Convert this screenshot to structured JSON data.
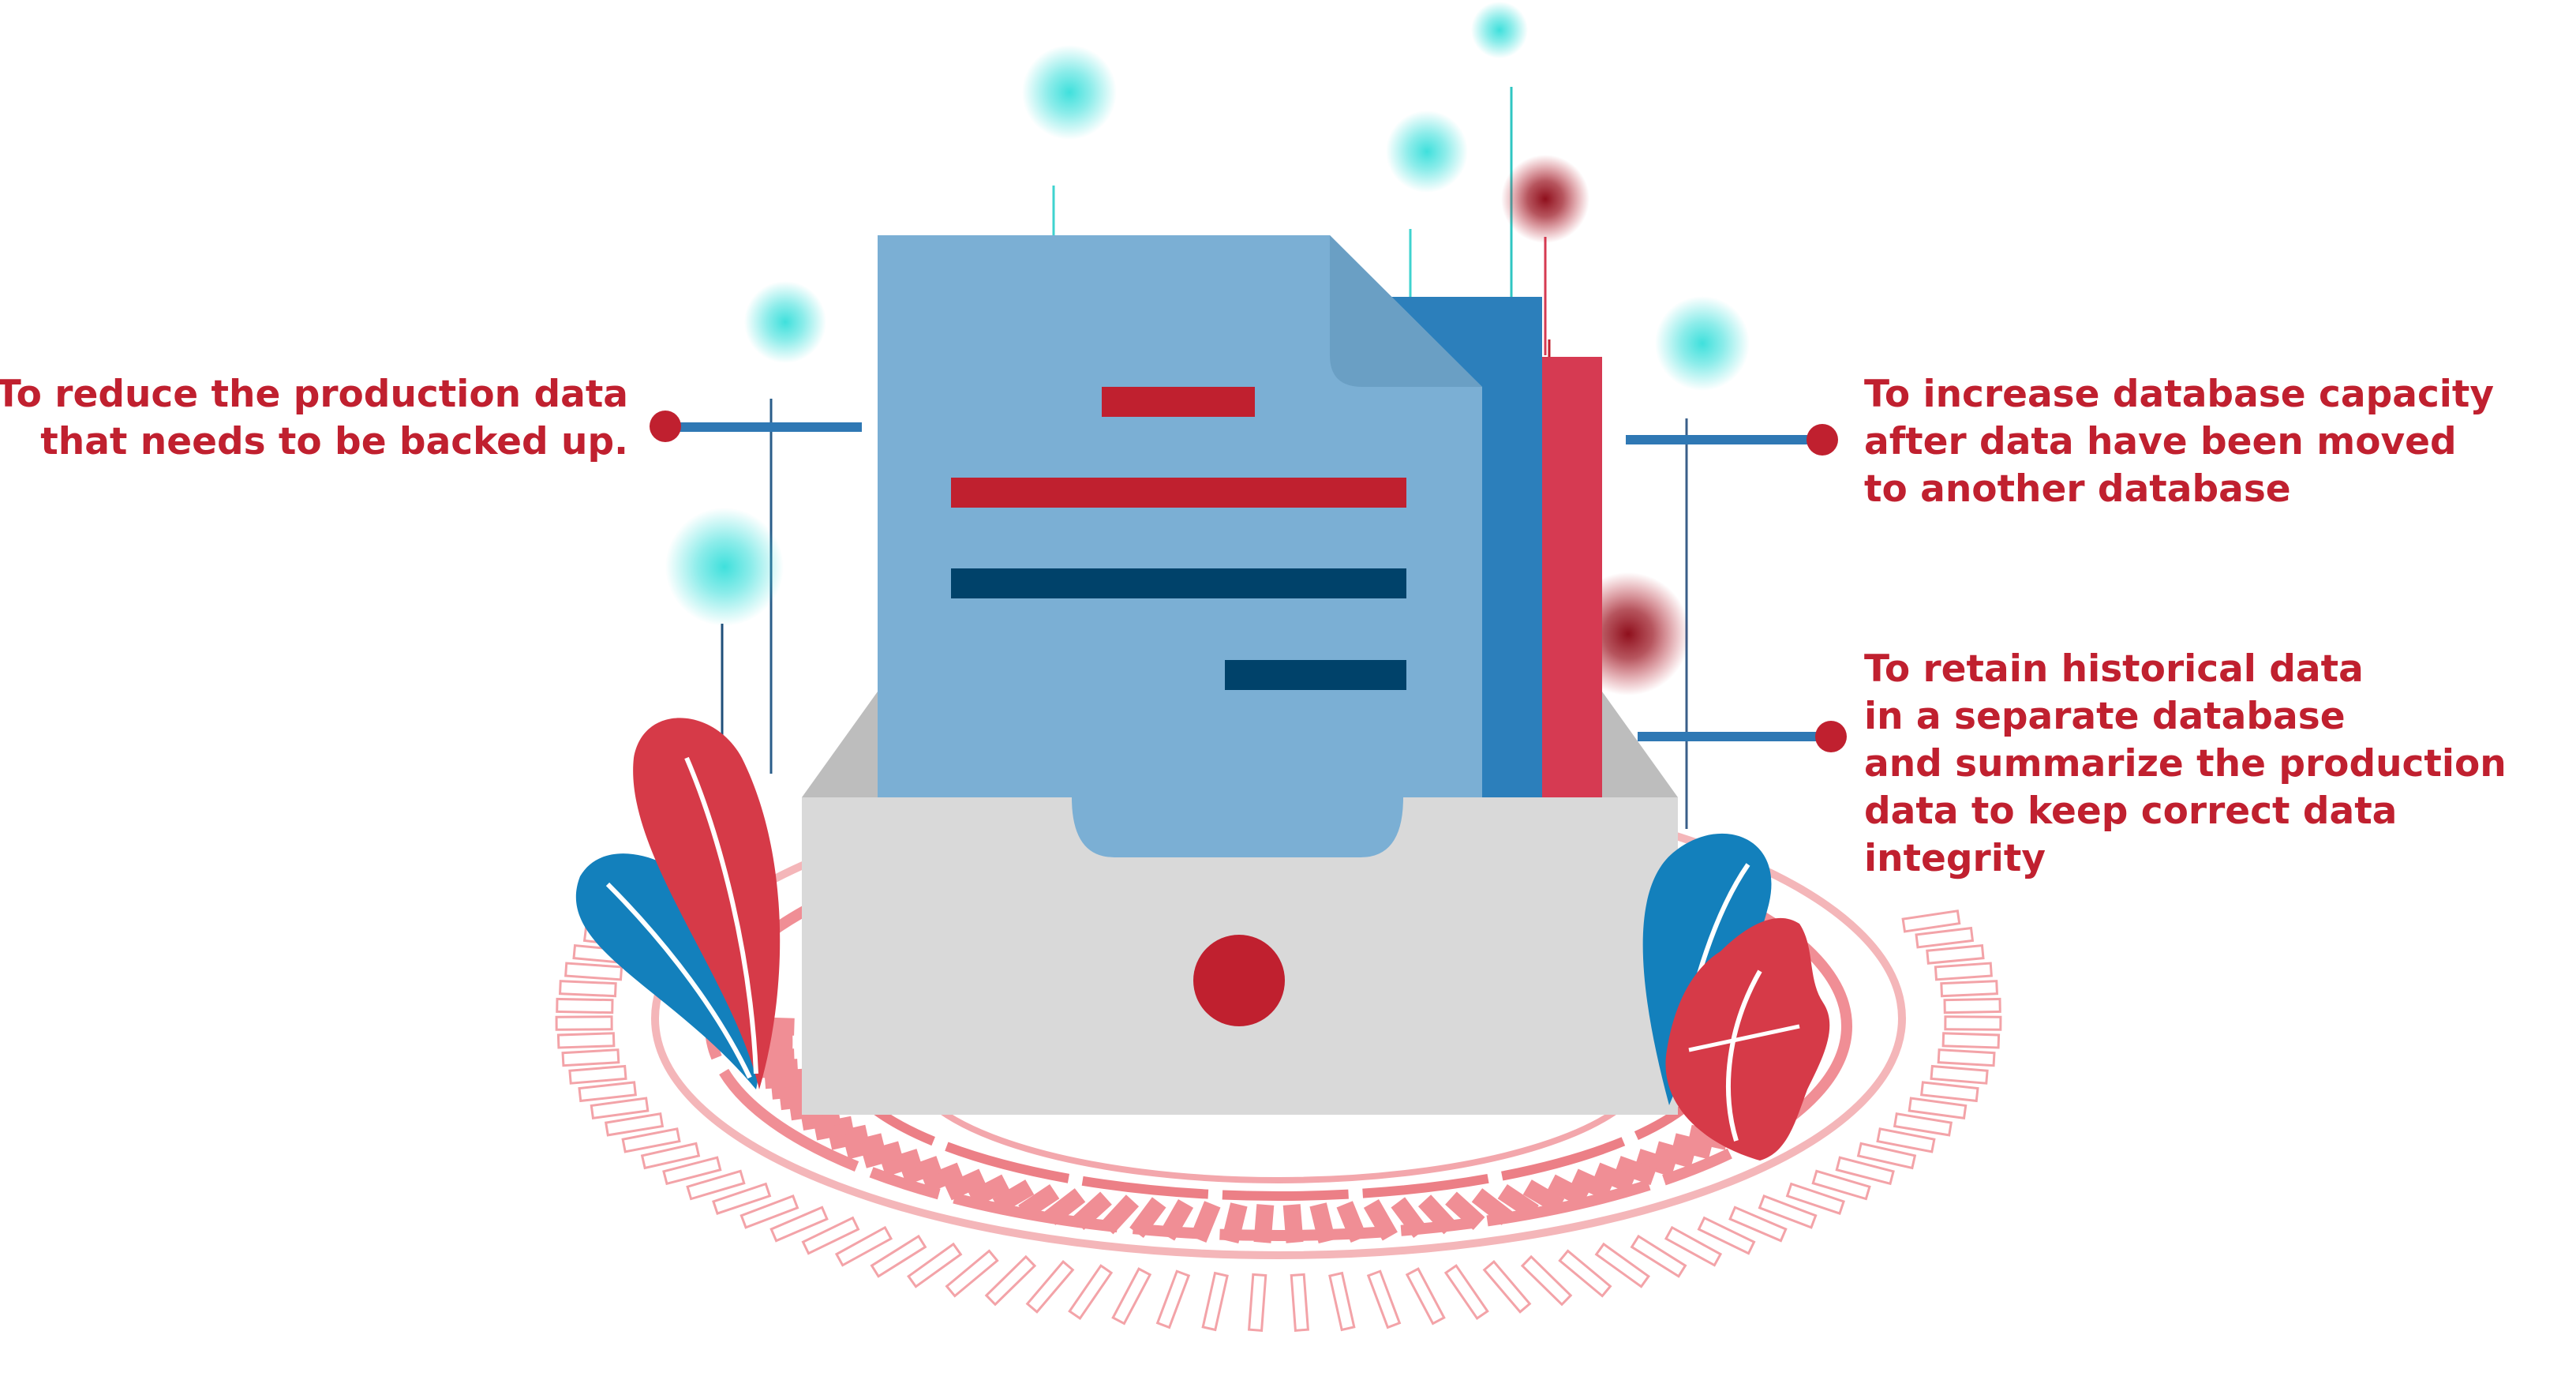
{
  "callouts": {
    "left": "To reduce the production data\nthat needs to be backed up.",
    "right_top": "To increase database capacity\nafter data have been moved\nto another database",
    "right_bottom": "To retain historical data\nin a separate database\nand summarize the production\ndata to keep correct data integrity"
  },
  "colors": {
    "text_red": "#c0202f",
    "connector_blue": "#2f78b4",
    "dot_red": "#c0202f",
    "doc_light_blue": "#7bafd4",
    "doc_fold": "#6a9fc4",
    "doc_mid_blue": "#2c7fbb",
    "doc_red": "#d63a52",
    "tray_grey": "#d9d9d9",
    "line_red": "#c0202f",
    "line_navy": "#00426a",
    "leaf_red": "#d63a48",
    "leaf_blue": "#1380bc",
    "glow_cyan": "#3fe0dc",
    "glow_darkred": "#8f0f1c",
    "ring_pink": "#f2a0a5"
  },
  "icons": [
    "document-icon",
    "tray-icon",
    "leaf-icon",
    "glow-orb-icon",
    "connector-dot-icon"
  ]
}
